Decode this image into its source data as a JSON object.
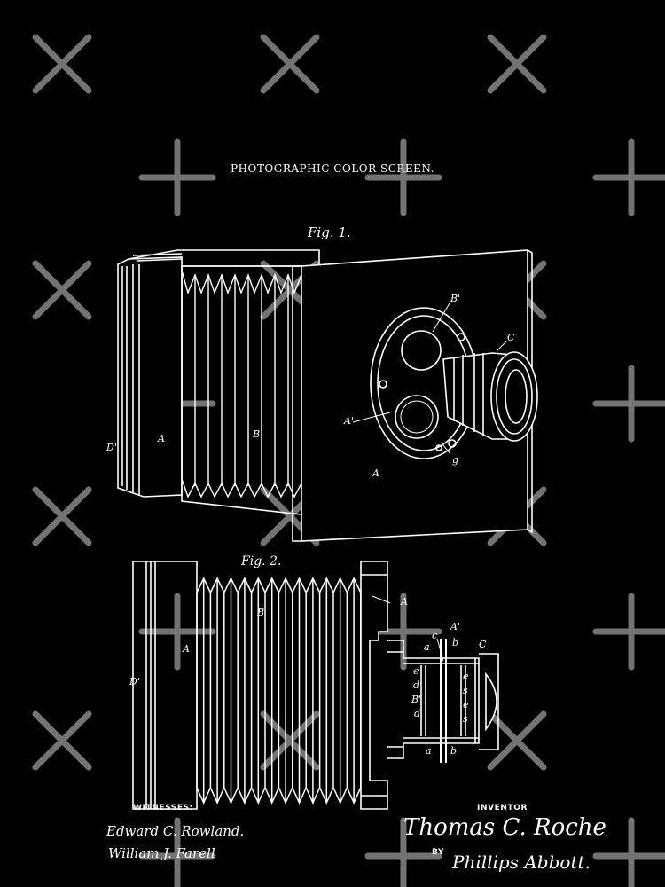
{
  "sheet": {
    "title": "PHOTOGRAPHIC COLOR SCREEN.",
    "fig1_label": "Fig. 1.",
    "fig2_label": "Fig. 2.",
    "fig1_letters": {
      "b_prime": "B'",
      "c": "C",
      "a_prime": "A'",
      "a_left": "A",
      "d_prime": "D'",
      "b": "B",
      "a_front": "A",
      "g": "g"
    },
    "fig2_letters": {
      "a_right": "A",
      "a_prime": "A'",
      "c_top": "c",
      "b_top": "b",
      "c_label": "C",
      "a_top": "a",
      "e1": "e",
      "e2": "e",
      "d1": "d",
      "b_prime": "B'",
      "d2": "d",
      "s1": "s",
      "s2": "s",
      "e3": "e",
      "a_bot": "a",
      "b_bot": "b",
      "a_left": "A",
      "b_mid": "B",
      "d_prime": "D'"
    },
    "witnesses_label": "WITNESSES:",
    "inventor_label": "INVENTOR",
    "witness_1": "Edward C. Rowland.",
    "witness_2": "William J. Farell",
    "inventor_name": "Thomas C. Roche",
    "by_label": "BY",
    "attorney": "Phillips Abbott."
  },
  "colors": {
    "background": "#000000",
    "ink": "#ffffff",
    "watermark": "#9a9a9a"
  },
  "watermark": {
    "icon": "cross-x-watermark-icon"
  }
}
